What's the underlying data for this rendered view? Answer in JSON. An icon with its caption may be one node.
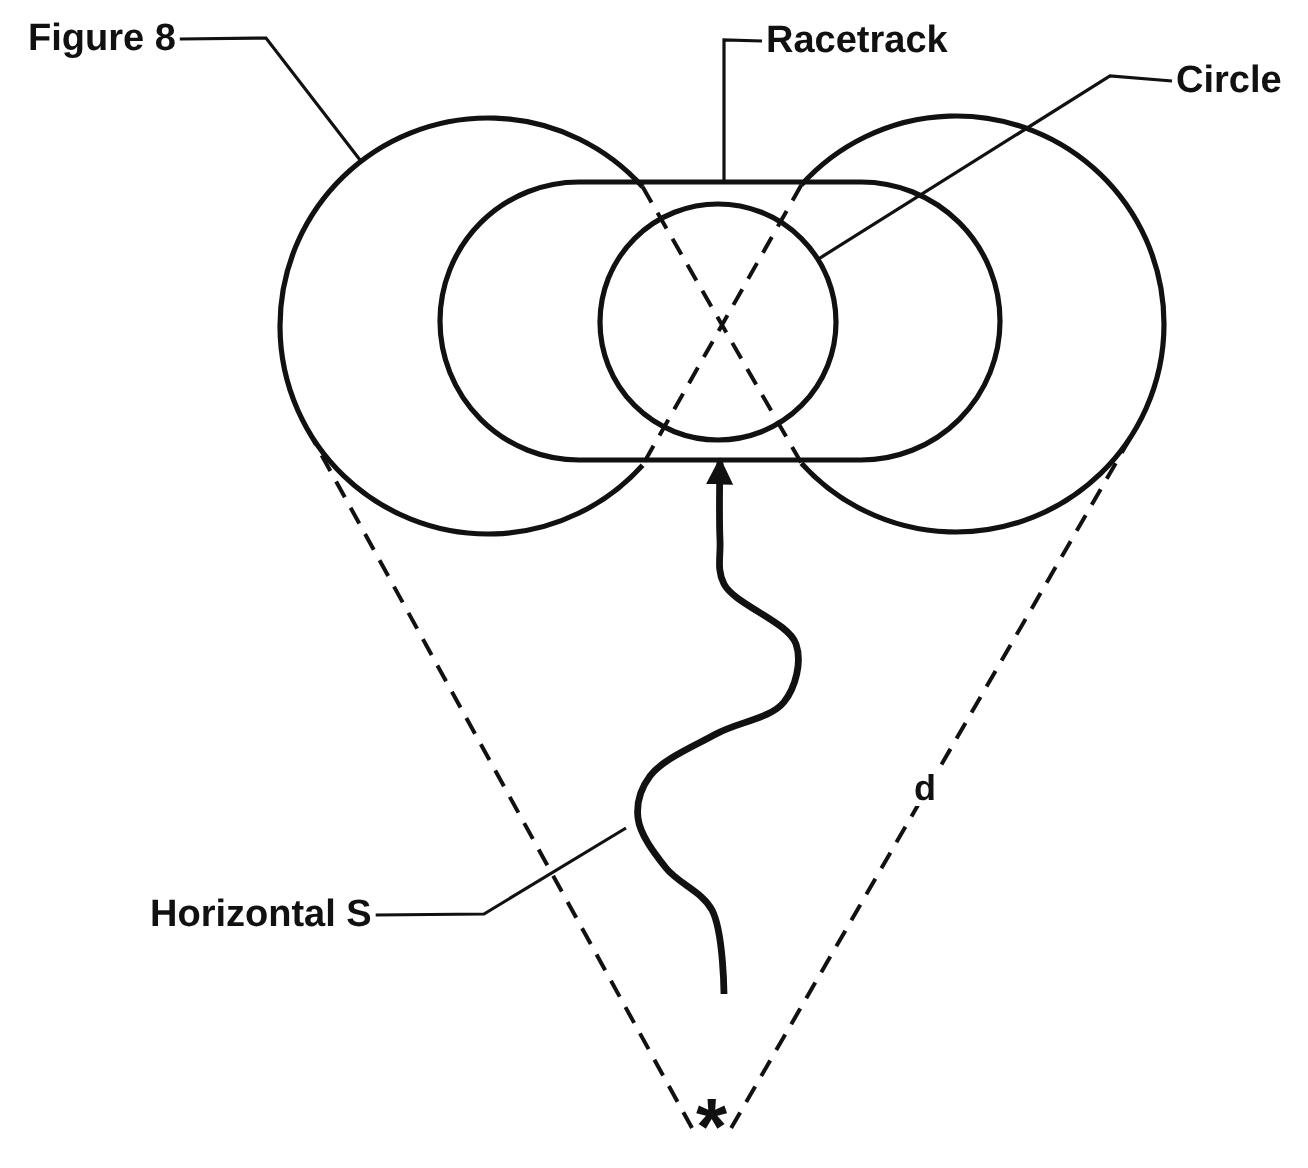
{
  "diagram": {
    "nodes": [
      {
        "text": [
          "Figure 8"
        ]
      },
      {
        "text": [
          "Racetrack"
        ]
      },
      {
        "text": [
          "Circle"
        ]
      },
      {
        "text": [
          "Horizontal S"
        ]
      },
      {
        "text": [],
        "shape": "picture"
      },
      {
        "text": [],
        "shape": "box",
        "in": 4
      },
      {
        "text": [],
        "shape": "circle",
        "in": 5
      },
      {
        "text": [
          "*"
        ]
      }
    ],
    "edges": [
      {
        "from": 0,
        "to": 4,
        "arrow": "none"
      },
      {
        "from": 1,
        "to": 5,
        "arrow": "none"
      },
      {
        "from": 2,
        "to": 6,
        "arrow": "none"
      },
      {
        "from": 3,
        "to": null,
        "arrow": "none"
      },
      {
        "from": null,
        "to": 5,
        "arrow": "to",
        "style": "thick"
      },
      {
        "from": 7,
        "to": 4,
        "arrow": "none",
        "style": "dashed"
      },
      {
        "from": 7,
        "to": 4,
        "arrow": "none",
        "style": "dashed",
        "label": "d"
      }
    ]
  }
}
